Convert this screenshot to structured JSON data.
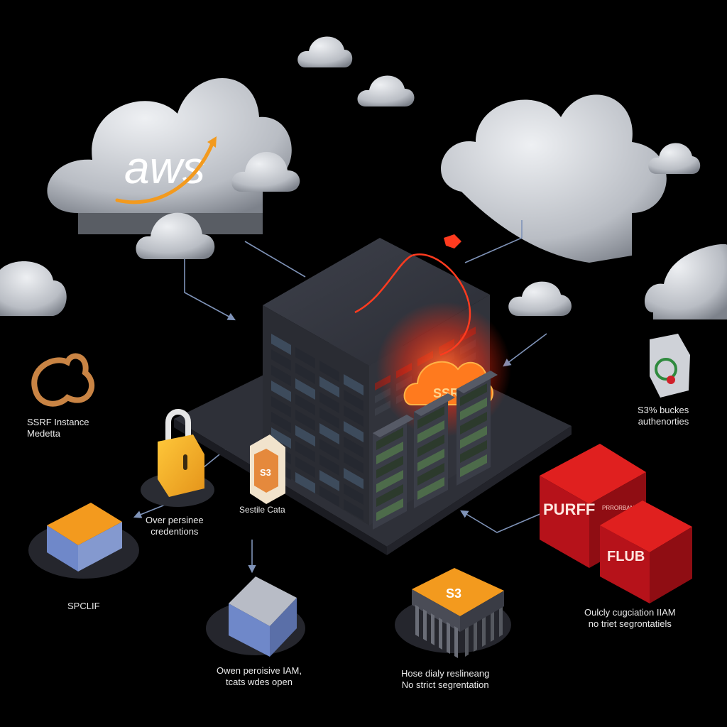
{
  "logo": {
    "text": "aws"
  },
  "labels": {
    "ssrf_instance": [
      "SSRF Instance",
      "Medetta"
    ],
    "s3_buckets": [
      "S3% buckes",
      "authenorties"
    ],
    "over_permissive": [
      "Over persinee",
      "credentions"
    ],
    "sensitive_data": [
      "Sestile Cata"
    ],
    "spclif": [
      "SPCLIF"
    ],
    "owen_permissive": [
      "Owen peroisive IAM,",
      "tcats wdes open"
    ],
    "hose_daily": [
      "Hose dialy reslineang",
      "No strict segrentation"
    ],
    "quickly_config": [
      "Oulcly cugciation IIAM",
      "no triet segrontatiels"
    ]
  },
  "badges": {
    "server_cloud": "SSRF",
    "red_box_top": "PURFF",
    "red_box_top_small": "PRRORBANTE",
    "red_box_bottom": "FLUB",
    "chip": "S3",
    "shield": "S3"
  },
  "colors": {
    "background": "#000000",
    "cloud": "#c9ccd2",
    "server": "#34363f",
    "threat_red": "#ff3b1f",
    "accent_orange": "#f39a1e",
    "box_red": "#c8151c",
    "platform_blue": "#6f88c9"
  }
}
